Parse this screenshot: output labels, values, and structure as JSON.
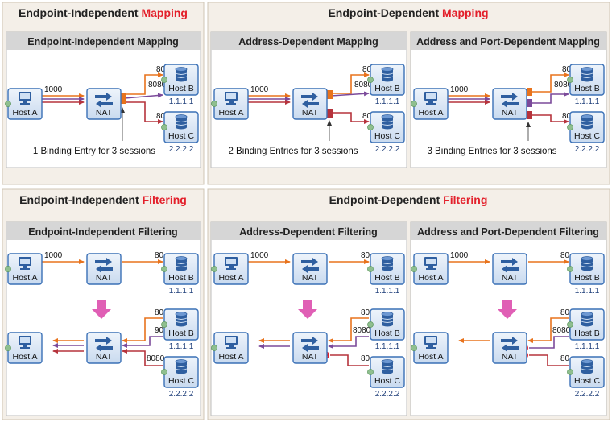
{
  "mapping_section": {
    "independent_title": "Endpoint-Independent",
    "dependent_title": "Endpoint-Dependent",
    "keyword": "Mapping",
    "panels": [
      {
        "title": "Endpoint-Independent Mapping",
        "note": "1 Binding Entry for 3 sessions"
      },
      {
        "title": "Address-Dependent Mapping",
        "note": "2 Binding Entries for 3 sessions"
      },
      {
        "title": "Address and Port-Dependent Mapping",
        "note": "3 Binding Entries for 3 sessions"
      }
    ]
  },
  "filtering_section": {
    "independent_title": "Endpoint-Independent",
    "dependent_title": "Endpoint-Dependent",
    "keyword": "Filtering",
    "panels": [
      {
        "title": "Endpoint-Independent Filtering"
      },
      {
        "title": "Address-Dependent Filtering"
      },
      {
        "title": "Address and Port-Dependent Filtering"
      }
    ]
  },
  "labels": {
    "host_a": "Host A",
    "host_b": "Host B",
    "host_c": "Host C",
    "nat": "NAT",
    "port_source": "1000",
    "port_80": "80",
    "port_8080": "8080",
    "port_90": "90",
    "ip_b": "1.1.1.1",
    "ip_c": "2.2.2.2"
  },
  "colors": {
    "title_accent": "#e3202b",
    "section_bg": "#f4efe8",
    "section_border": "#cfc4b4",
    "panel_header": "#d6d6d6",
    "device_fill": "#dbe7f5",
    "device_border": "#3a70b6",
    "line_orange": "#e8731d",
    "line_purple": "#7b4a9a",
    "line_red": "#b6333c",
    "down_arrow": "#e05fb5",
    "blocked_x": "#e3202b"
  }
}
